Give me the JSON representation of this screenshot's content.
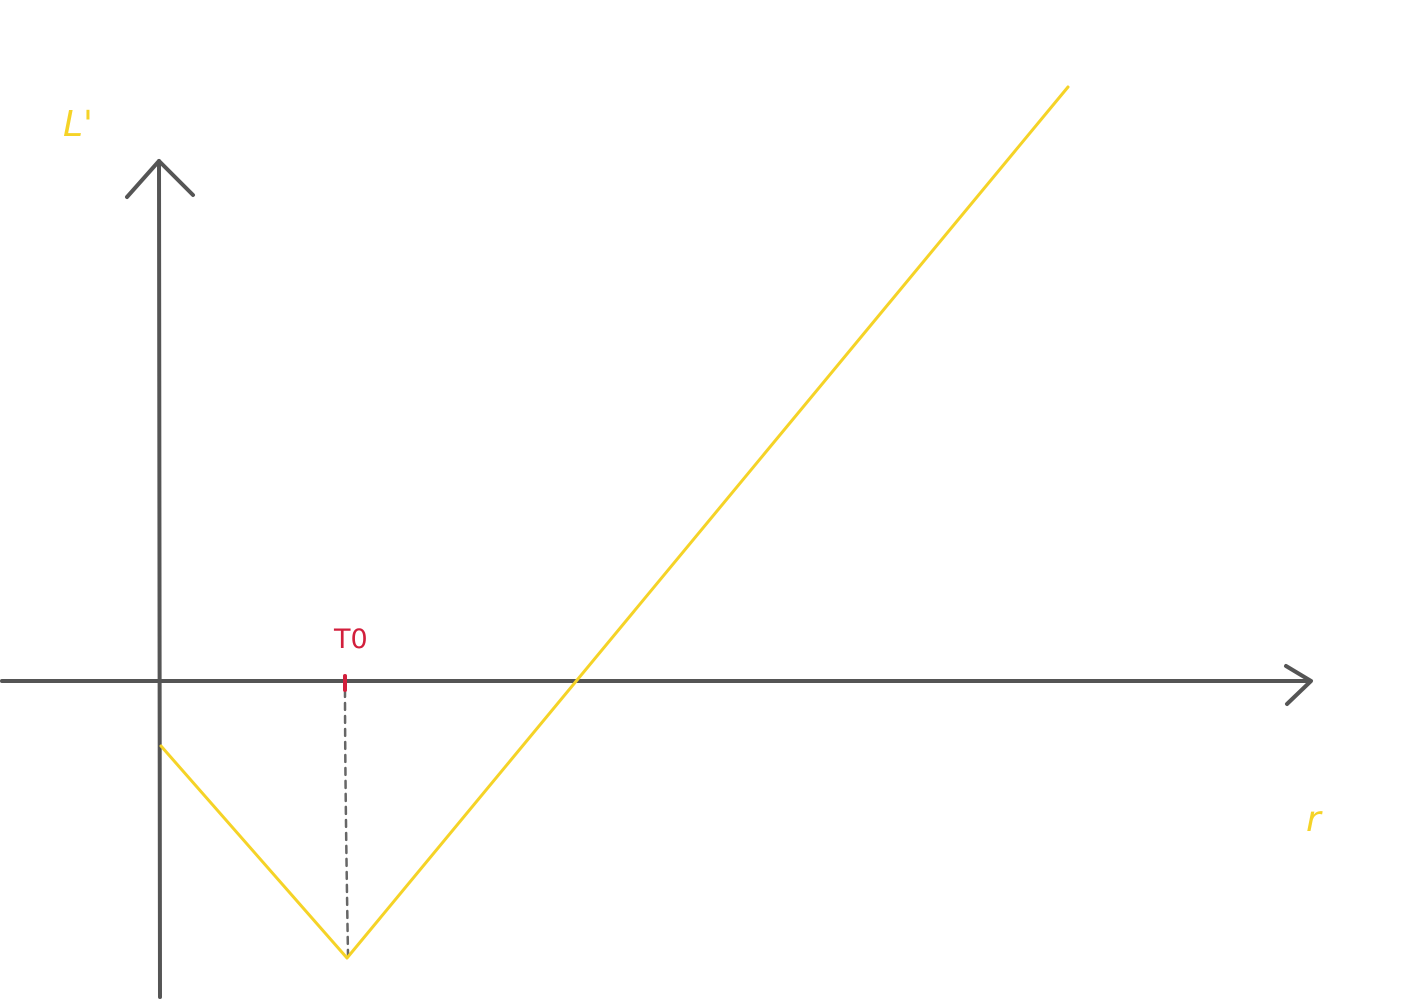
{
  "diagram": {
    "labels": {
      "y_axis": "L'",
      "x_axis": "r",
      "marker": "T0"
    },
    "colors": {
      "axis": "#555555",
      "curve": "#f5d327",
      "marker": "#d21f3c",
      "dashed_guide": "#666666"
    }
  }
}
